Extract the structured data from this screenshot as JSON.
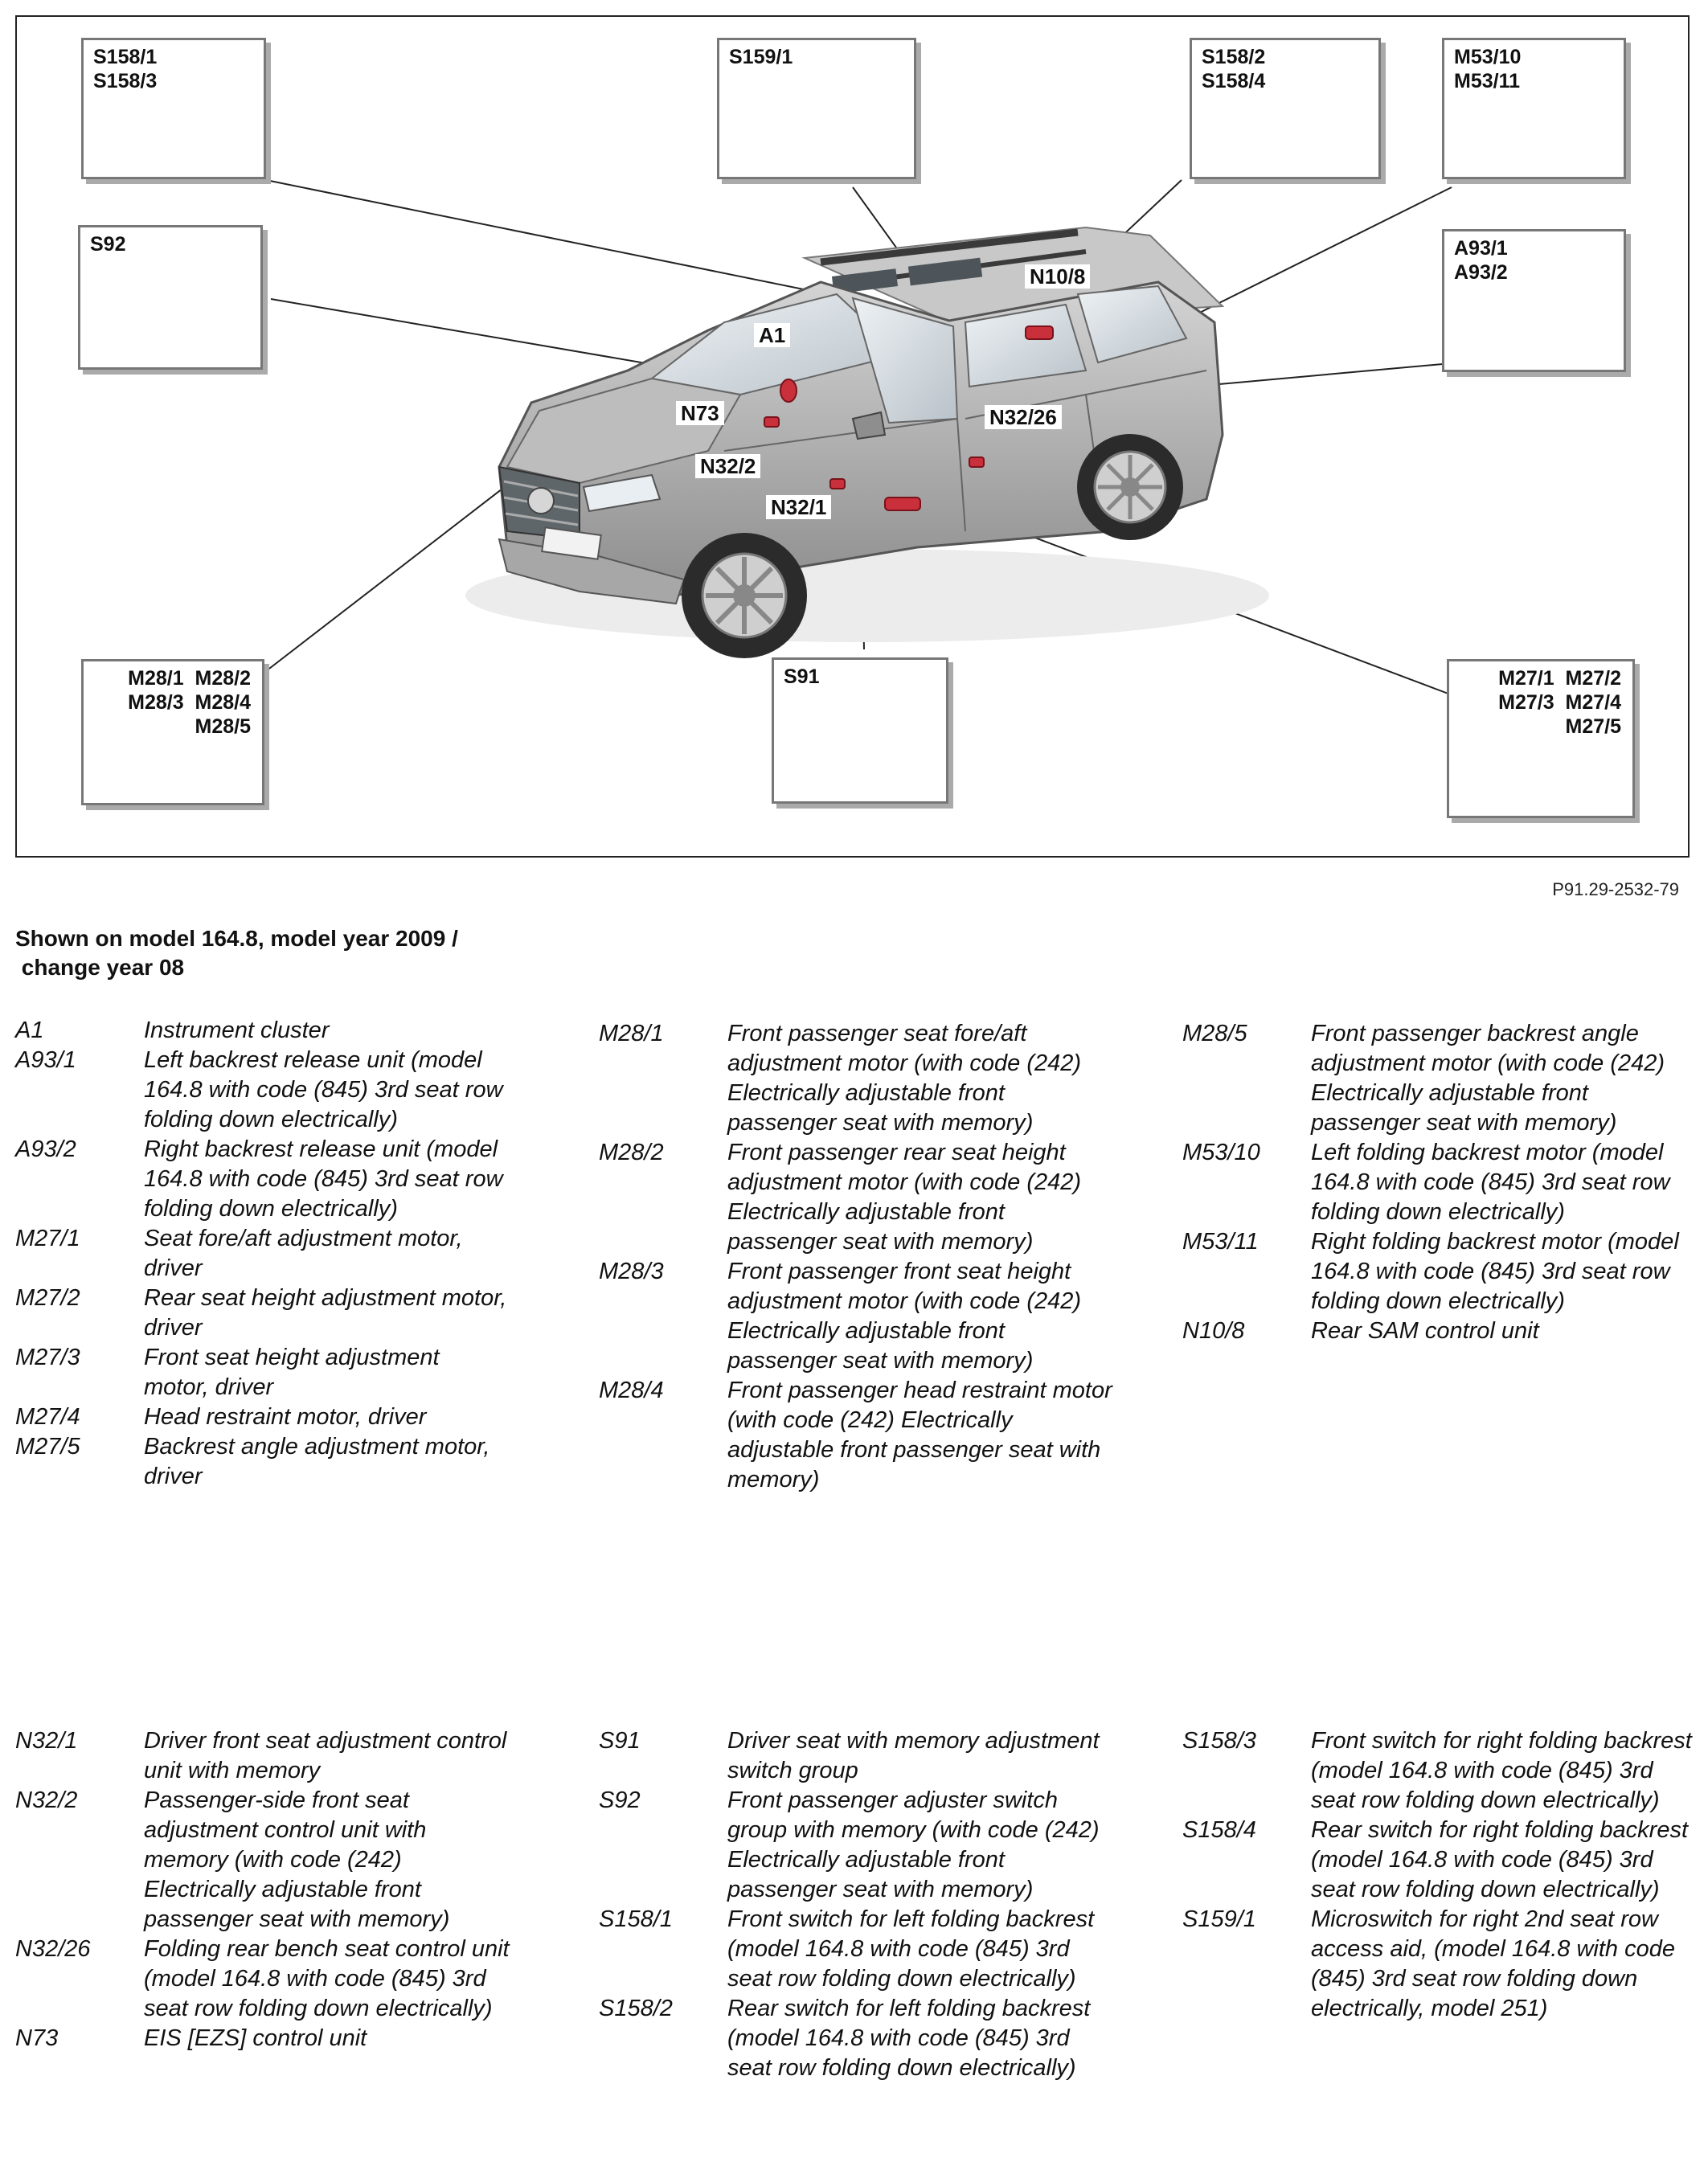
{
  "figure": {
    "figure_id": "P91.29-2532-79",
    "callouts": [
      {
        "id": "s158-1-3",
        "lines": [
          "S158/1",
          "S158/3"
        ]
      },
      {
        "id": "s159-1",
        "lines": [
          "S159/1"
        ]
      },
      {
        "id": "s158-2-4",
        "lines": [
          "S158/2",
          "S158/4"
        ]
      },
      {
        "id": "m53",
        "lines": [
          "M53/10",
          "M53/11"
        ]
      },
      {
        "id": "s92",
        "lines": [
          "S92"
        ]
      },
      {
        "id": "a93",
        "lines": [
          "A93/1",
          "A93/2"
        ]
      },
      {
        "id": "m28",
        "lines": [
          "M28/1  M28/2",
          "M28/3  M28/4",
          "M28/5"
        ]
      },
      {
        "id": "s91",
        "lines": [
          "S91"
        ]
      },
      {
        "id": "m27",
        "lines": [
          "M27/1  M27/2",
          "M27/3  M27/4",
          "M27/5"
        ]
      }
    ],
    "car_labels": {
      "a1": "A1",
      "n10_8": "N10/8",
      "n73": "N73",
      "n32_26": "N32/26",
      "n32_2": "N32/2",
      "n32_1": "N32/1"
    }
  },
  "caption": "Shown on model 164.8, model year 2009 /\n change year 08",
  "legend_top": [
    [
      {
        "code": "A1",
        "desc": "Instrument cluster"
      },
      {
        "code": "A93/1",
        "desc": "Left backrest release unit (model 164.8 with code (845) 3rd seat row folding down electrically)"
      },
      {
        "code": "A93/2",
        "desc": "Right backrest release unit (model 164.8 with code (845) 3rd seat row folding down electrically)"
      },
      {
        "code": "M27/1",
        "desc": "Seat fore/aft adjustment motor, driver"
      },
      {
        "code": "M27/2",
        "desc": "Rear seat height adjustment motor, driver"
      },
      {
        "code": "M27/3",
        "desc": "Front seat height adjustment motor, driver"
      },
      {
        "code": "M27/4",
        "desc": "Head restraint motor, driver"
      },
      {
        "code": "M27/5",
        "desc": "Backrest angle adjustment motor, driver"
      }
    ],
    [
      {
        "code": "M28/1",
        "desc": "Front passenger seat fore/aft adjustment motor (with code (242) Electrically adjustable front passenger seat with memory)"
      },
      {
        "code": "M28/2",
        "desc": "Front passenger rear seat height adjustment motor (with code (242) Electrically adjustable front passenger seat with memory)"
      },
      {
        "code": "M28/3",
        "desc": "Front passenger front seat height adjustment motor (with code (242) Electrically adjustable front passenger seat with memory)"
      },
      {
        "code": "M28/4",
        "desc": "Front passenger head restraint motor (with code (242) Electrically adjustable front passenger seat with memory)"
      }
    ],
    [
      {
        "code": "M28/5",
        "desc": "Front passenger backrest angle adjustment motor (with code (242) Electrically adjustable front passenger seat with memory)"
      },
      {
        "code": "M53/10",
        "desc": "Left folding backrest motor (model 164.8 with code (845) 3rd seat row folding down electrically)"
      },
      {
        "code": "M53/11",
        "desc": "Right folding backrest motor (model 164.8 with code (845) 3rd seat row folding down electrically)"
      },
      {
        "code": "N10/8",
        "desc": "Rear SAM control unit"
      }
    ]
  ],
  "legend_bottom": [
    [
      {
        "code": "N32/1",
        "desc": "Driver front seat adjustment control unit with memory"
      },
      {
        "code": "N32/2",
        "desc": "Passenger-side front seat adjustment control unit with memory (with code (242) Electrically adjustable front passenger seat with memory)"
      },
      {
        "code": "N32/26",
        "desc": "Folding rear bench seat control unit (model 164.8 with code (845) 3rd seat row folding down electrically)"
      },
      {
        "code": "N73",
        "desc": "EIS [EZS] control unit"
      }
    ],
    [
      {
        "code": "S91",
        "desc": "Driver seat with memory adjustment switch group"
      },
      {
        "code": "S92",
        "desc": "Front passenger adjuster switch group with memory (with code (242) Electrically adjustable front passenger seat with memory)"
      },
      {
        "code": "S158/1",
        "desc": "Front switch for left folding backrest (model 164.8 with code (845) 3rd seat row folding down electrically)"
      },
      {
        "code": "S158/2",
        "desc": "Rear switch for left folding backrest (model 164.8 with code (845) 3rd seat row folding down electrically)"
      }
    ],
    [
      {
        "code": "S158/3",
        "desc": "Front switch for right folding backrest (model 164.8 with code (845) 3rd seat row folding down electrically)"
      },
      {
        "code": "S158/4",
        "desc": "Rear switch for right folding backrest (model 164.8 with code (845) 3rd seat row folding down electrically)"
      },
      {
        "code": "S159/1",
        "desc": "Microswitch for right 2nd seat row access aid, (model 164.8 with code (845) 3rd seat row folding down electrically, model 251)"
      }
    ]
  ]
}
